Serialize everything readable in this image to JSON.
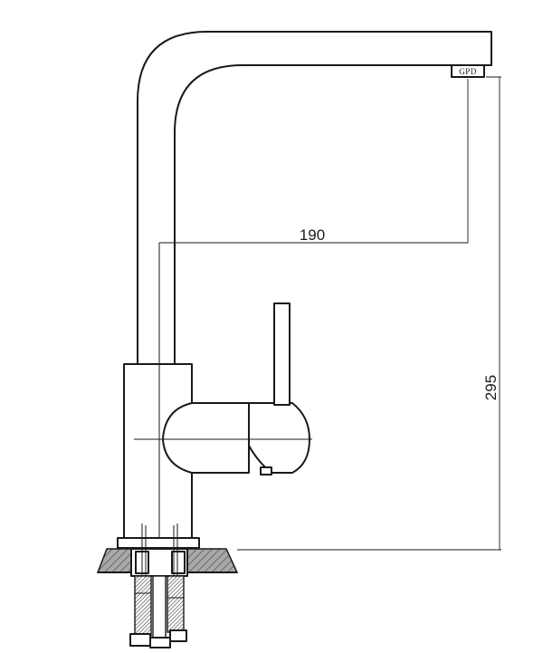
{
  "dimensions": {
    "horizontal_reach": "190",
    "vertical_height": "295"
  },
  "brand_logo_text": "GPD",
  "colors": {
    "line": "#1a1a1a",
    "countertop": "#9a9a9a",
    "background": "#ffffff"
  }
}
